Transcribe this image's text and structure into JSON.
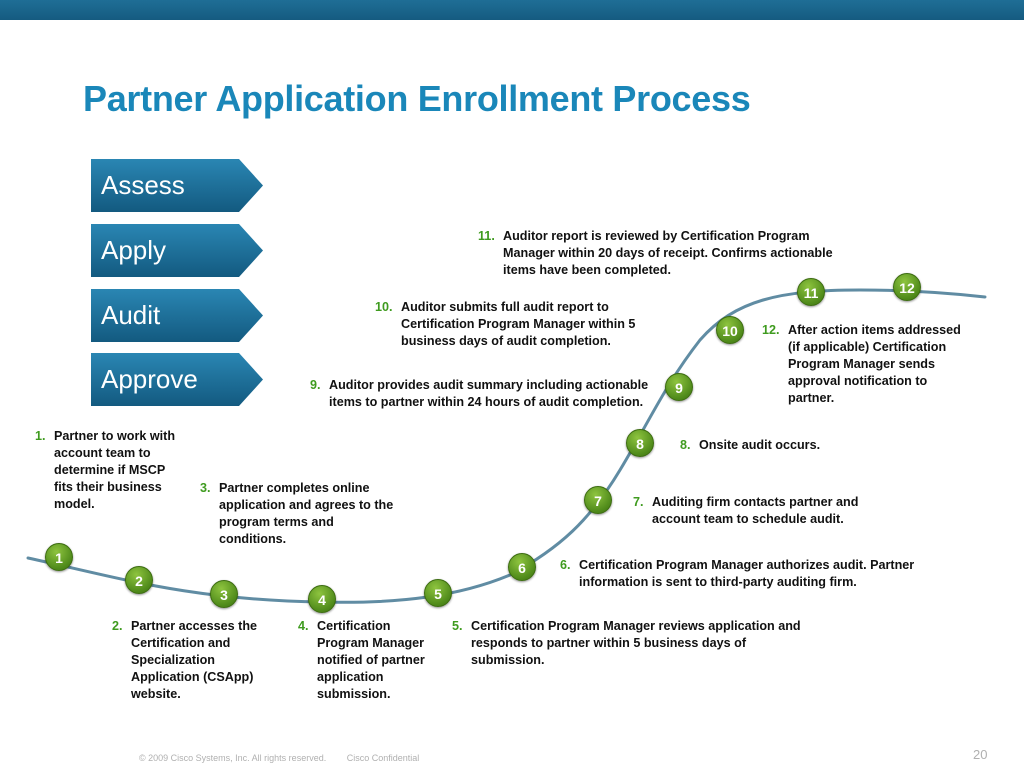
{
  "title": "Partner Application Enrollment Process",
  "phases": [
    "Assess",
    "Apply",
    "Audit",
    "Approve"
  ],
  "colors": {
    "accent": "#1a87b9",
    "phase_fill": "#1d6d97",
    "node_fill": "#5a9a22",
    "step_number": "#3f9b1f",
    "curve": "#4f7f99"
  },
  "steps": [
    {
      "num": "1.",
      "badge": "1",
      "text": "Partner to work with account team to determine if MSCP fits their business model."
    },
    {
      "num": "2.",
      "badge": "2",
      "text": "Partner accesses the Certification and Specialization Application (CSApp) website."
    },
    {
      "num": "3.",
      "badge": "3",
      "text": "Partner completes online application and agrees to the program terms and conditions."
    },
    {
      "num": "4.",
      "badge": "4",
      "text": "Certification Program Manager notified of partner application submission."
    },
    {
      "num": "5.",
      "badge": "5",
      "text": "Certification Program Manager reviews application and responds to partner within 5 business days of submission."
    },
    {
      "num": "6.",
      "badge": "6",
      "text": "Certification Program Manager authorizes audit. Partner information is sent to third-party auditing firm."
    },
    {
      "num": "7.",
      "badge": "7",
      "text": "Auditing firm contacts partner and account team to schedule audit."
    },
    {
      "num": "8.",
      "badge": "8",
      "text": "Onsite audit occurs."
    },
    {
      "num": "9.",
      "badge": "9",
      "text": "Auditor provides audit summary including actionable items to partner within 24 hours of audit completion."
    },
    {
      "num": "10.",
      "badge": "10",
      "text": "Auditor submits full audit report to Certification Program Manager within 5 business days of audit completion."
    },
    {
      "num": "11.",
      "badge": "11",
      "text": "Auditor report is reviewed by Certification Program Manager within 20 days of receipt. Confirms actionable items have been completed."
    },
    {
      "num": "12.",
      "badge": "12",
      "text": "After action items addressed (if applicable) Certification Program Manager sends approval notification to partner."
    }
  ],
  "footer": {
    "copyright": "© 2009 Cisco Systems, Inc. All rights reserved.",
    "confidential": "Cisco Confidential",
    "page": "20"
  }
}
